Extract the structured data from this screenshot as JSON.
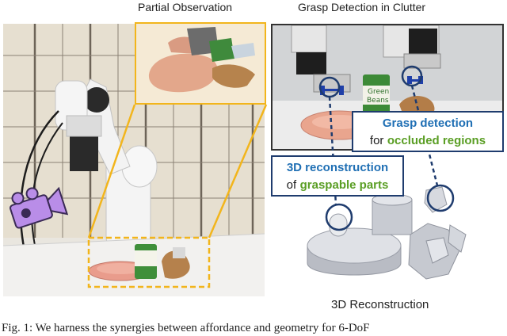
{
  "labels": {
    "partial_observation": "Partial Observation",
    "grasp_detection": "Grasp Detection in Clutter",
    "reconstruction": "3D Reconstruction"
  },
  "callouts": {
    "grasp_detection": {
      "highlight": "Grasp detection",
      "connector": "for",
      "green": "occluded regions"
    },
    "reconstruction": {
      "highlight": "3D reconstruction",
      "connector": "of",
      "green": "graspable parts"
    }
  },
  "can_label": {
    "line1": "Green",
    "line2": "Beans"
  },
  "caption": "Fig. 1: We harness the synergies between affordance and geometry for 6-DoF",
  "colors": {
    "highlight_box": "#f2b51c",
    "callout_border": "#1f3c6e",
    "blue_text": "#1f6fb4",
    "green_text": "#5a9e24",
    "camera_icon": "#b98de8"
  },
  "icons": [
    "camera-icon"
  ]
}
